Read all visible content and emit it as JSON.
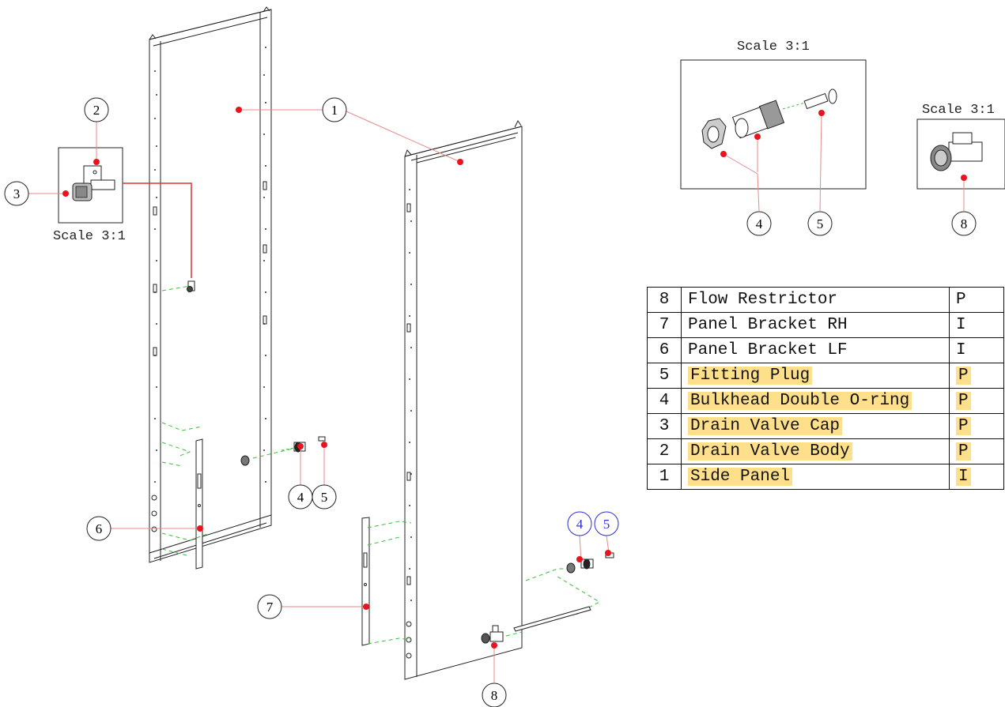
{
  "scale_labels": [
    "Scale 3:1",
    "Scale 3:1",
    "Scale 3:1"
  ],
  "balloons": {
    "b1": "1",
    "b2": "2",
    "b3": "3",
    "b4a": "4",
    "b5a": "5",
    "b6": "6",
    "b7": "7",
    "b4b": "4",
    "b5b": "5",
    "b4c": "4",
    "b5c": "5",
    "b8a": "8",
    "b8b": "8"
  },
  "bom": {
    "rows": [
      {
        "num": "8",
        "desc": "Flow Restrictor",
        "col3": "P",
        "highlight": false
      },
      {
        "num": "7",
        "desc": "Panel Bracket RH",
        "col3": "I",
        "highlight": false
      },
      {
        "num": "6",
        "desc": "Panel Bracket LF",
        "col3": "I",
        "highlight": false
      },
      {
        "num": "5",
        "desc": "Fitting Plug",
        "col3": "P",
        "highlight": true
      },
      {
        "num": "4",
        "desc": "Bulkhead Double O-ring",
        "col3": "P",
        "highlight": true
      },
      {
        "num": "3",
        "desc": "Drain Valve Cap",
        "col3": "P",
        "highlight": true
      },
      {
        "num": "2",
        "desc": "Drain Valve Body",
        "col3": "P",
        "highlight": true
      },
      {
        "num": "1",
        "desc": "Side Panel",
        "col3": "I",
        "highlight": true
      }
    ]
  },
  "colors": {
    "leader": "#e88a8a",
    "leader_dark": "#e03030",
    "dot": "#e8141e",
    "outline": "#222222",
    "hidden_line": "#3bbf3b",
    "balloon_blue": "#2b2bd6",
    "highlight": "#ffe08a"
  }
}
